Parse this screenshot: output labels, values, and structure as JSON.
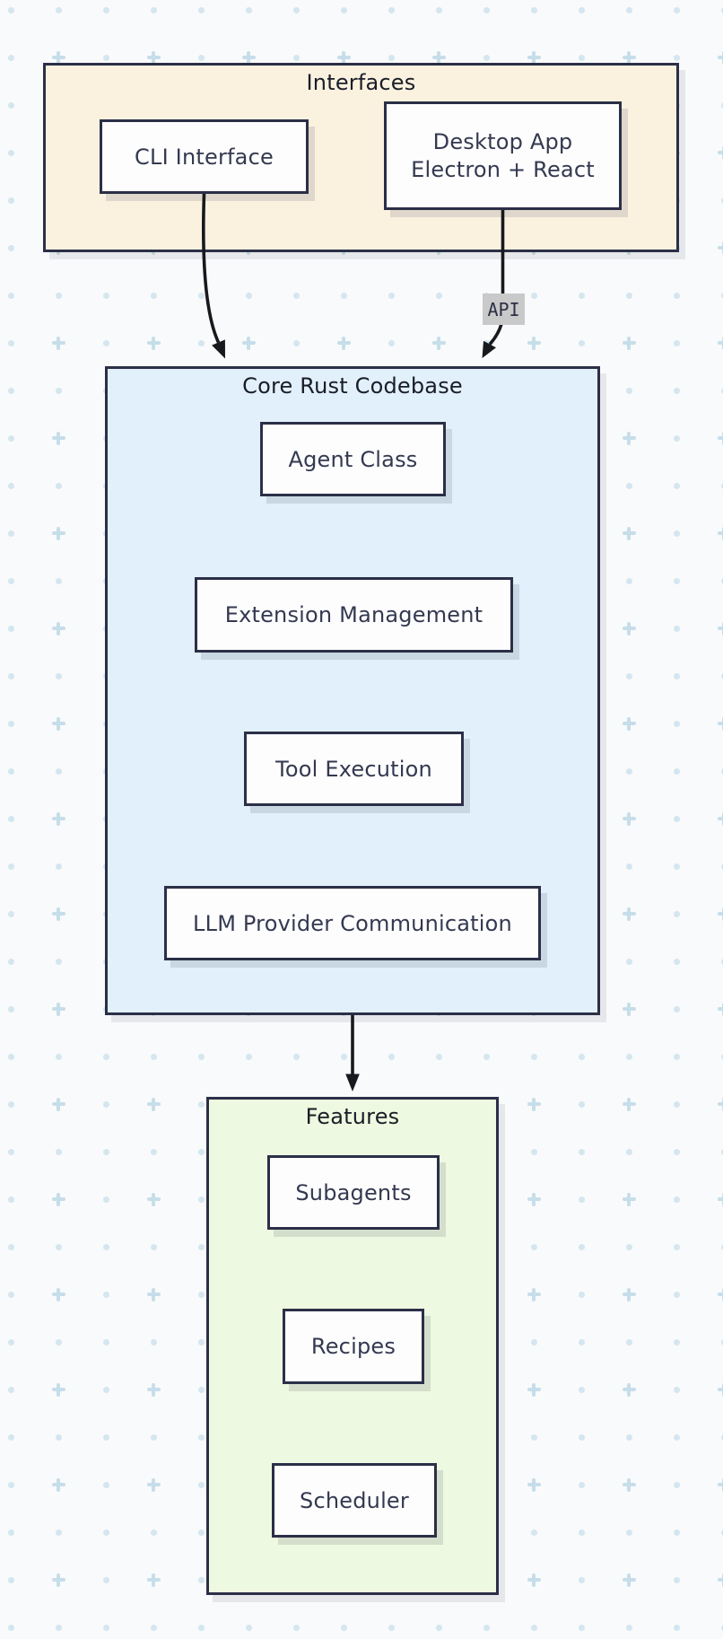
{
  "diagram": {
    "groups": [
      {
        "title": "Interfaces",
        "bg_color": "#faf1df",
        "nodes": [
          {
            "label": "CLI Interface"
          },
          {
            "lines": [
              "Desktop App",
              "Electron + React"
            ]
          }
        ]
      },
      {
        "title": "Core Rust Codebase",
        "bg_color": "#e1f0fb",
        "nodes": [
          {
            "label": "Agent Class"
          },
          {
            "label": "Extension Management"
          },
          {
            "label": "Tool Execution"
          },
          {
            "label": "LLM Provider Communication"
          }
        ]
      },
      {
        "title": "Features",
        "bg_color": "#edf9e0",
        "nodes": [
          {
            "label": "Subagents"
          },
          {
            "label": "Recipes"
          },
          {
            "label": "Scheduler"
          }
        ]
      }
    ],
    "edges": [
      {
        "from": "CLI Interface",
        "to": "Core Rust Codebase",
        "label": ""
      },
      {
        "from": "Desktop App Electron + React",
        "to": "Core Rust Codebase",
        "label": "API"
      },
      {
        "from": "Core Rust Codebase",
        "to": "Features",
        "label": ""
      }
    ],
    "colors": {
      "canvas_bg": "#f9fafb",
      "node_bg": "#fdfdfe",
      "border": "#2b2f47",
      "arrow": "#17191e",
      "title_text": "#1a1d27",
      "node_text": "#343950",
      "api_label_bg": "#c9c9c9",
      "pattern_dot": "#d4e6ef",
      "pattern_plus": "#c6deea"
    }
  }
}
